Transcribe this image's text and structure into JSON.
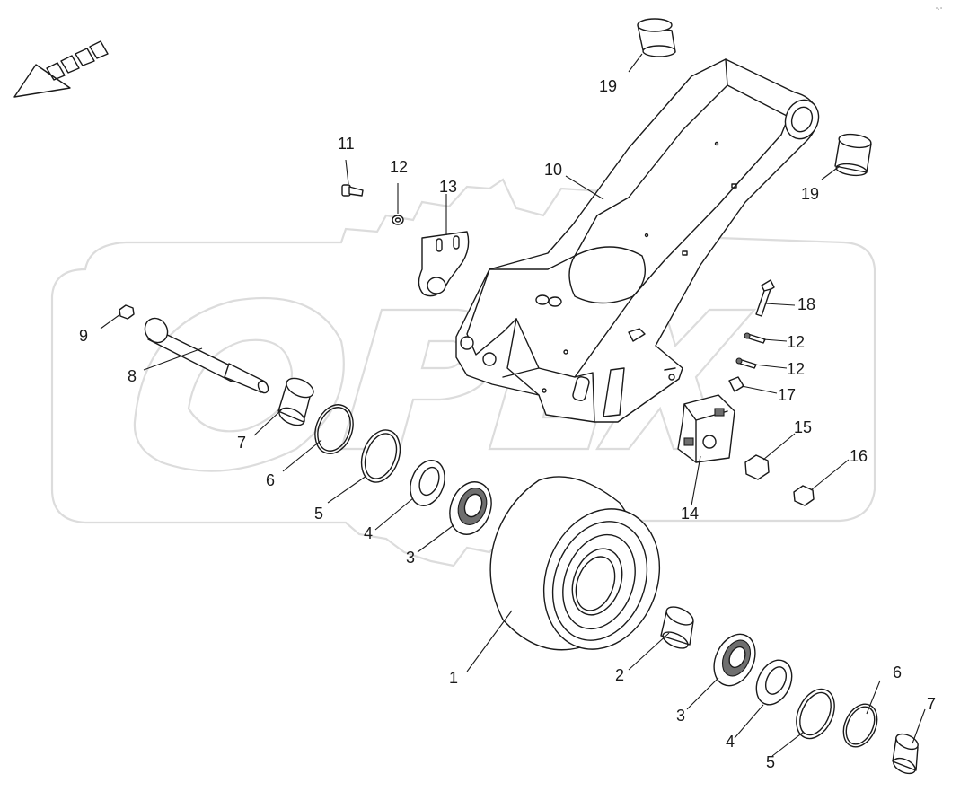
{
  "watermark": "OPEX",
  "corner_mark": "°• °",
  "callouts": [
    {
      "id": "c1",
      "label": "1"
    },
    {
      "id": "c2",
      "label": "2"
    },
    {
      "id": "c3a",
      "label": "3"
    },
    {
      "id": "c3b",
      "label": "3"
    },
    {
      "id": "c4a",
      "label": "4"
    },
    {
      "id": "c4b",
      "label": "4"
    },
    {
      "id": "c5a",
      "label": "5"
    },
    {
      "id": "c5b",
      "label": "5"
    },
    {
      "id": "c6a",
      "label": "6"
    },
    {
      "id": "c6b",
      "label": "6"
    },
    {
      "id": "c7a",
      "label": "7"
    },
    {
      "id": "c7b",
      "label": "7"
    },
    {
      "id": "c8",
      "label": "8"
    },
    {
      "id": "c9",
      "label": "9"
    },
    {
      "id": "c10",
      "label": "10"
    },
    {
      "id": "c11",
      "label": "11"
    },
    {
      "id": "c12a",
      "label": "12"
    },
    {
      "id": "c12b",
      "label": "12"
    },
    {
      "id": "c12c",
      "label": "12"
    },
    {
      "id": "c13",
      "label": "13"
    },
    {
      "id": "c14",
      "label": "14"
    },
    {
      "id": "c15",
      "label": "15"
    },
    {
      "id": "c16",
      "label": "16"
    },
    {
      "id": "c17",
      "label": "17"
    },
    {
      "id": "c18",
      "label": "18"
    },
    {
      "id": "c19a",
      "label": "19"
    },
    {
      "id": "c19b",
      "label": "19"
    }
  ]
}
